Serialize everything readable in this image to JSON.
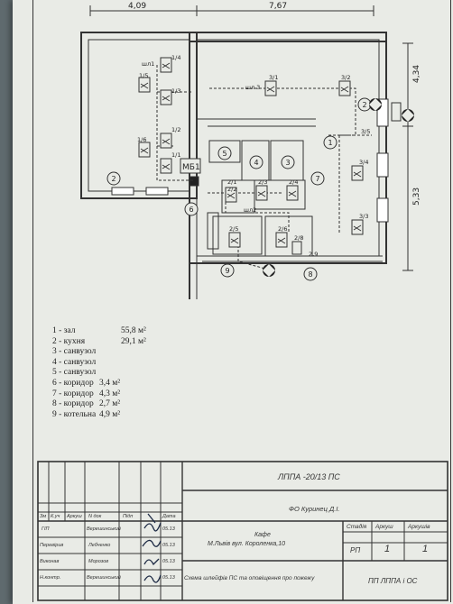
{
  "plan": {
    "dims": {
      "top_left": "4,09",
      "top_right": "7,67",
      "right_top": "4,34",
      "right_bottom": "5,33"
    },
    "devices": {
      "d1_4": "1/4",
      "d1_5": "1/5",
      "d1_3": "1/3",
      "d1_2": "1/2",
      "d1_6": "1/6",
      "d1_1": "1/1",
      "d3_1": "3/1",
      "d3_2": "3/2",
      "d3_3": "3/3",
      "d3_4": "3/4",
      "d3_5": "3/5",
      "d2_1": "2/1",
      "d2_2": "2/2",
      "d2_3": "2/3",
      "d2_4": "2/4",
      "d2_5": "2/5",
      "d2_6": "2/6",
      "d2_8": "2/8",
      "d2_9": "2,9"
    },
    "loops": {
      "shl1": "шл1",
      "shl2": "шл2",
      "shl3": "шл 3"
    },
    "panel": "МБ1",
    "rooms": {
      "r1": "1",
      "r2": "2",
      "r3": "3",
      "r4": "4",
      "r5": "5",
      "r6": "6",
      "r7": "7",
      "r8": "8",
      "r9": "9",
      "siren2": "2"
    }
  },
  "legend": [
    {
      "num": "1",
      "name": "зал",
      "area": "55,8 м²"
    },
    {
      "num": "2",
      "name": "кухня",
      "area": "29,1 м²"
    },
    {
      "num": "3",
      "name": "санвузол",
      "area": ""
    },
    {
      "num": "4",
      "name": "санвузол",
      "area": ""
    },
    {
      "num": "5",
      "name": "санвузол",
      "area": ""
    },
    {
      "num": "6",
      "name": "коридор",
      "area": "3,4 м²"
    },
    {
      "num": "7",
      "name": "коридор",
      "area": "4,3 м²"
    },
    {
      "num": "8",
      "name": "коридор",
      "area": "2,7 м²"
    },
    {
      "num": "9",
      "name": "котельна",
      "area": "4,9 м²"
    }
  ],
  "title_block": {
    "code": "ЛППА -20/13 ПС",
    "owner": "ФО Куринец Д.І.",
    "object_line1": "Кафе",
    "object_line2": "М.Львів вул. Короленка,10",
    "drawing_title": "Схема шлейфів ПС та оповіщення про пожежу",
    "org": "ПП ЛППА і ОС",
    "headers": {
      "zm": "Зм",
      "kilk": "К.уч",
      "arkush": "Аркуш",
      "ndok": "N док",
      "pidp": "Підп",
      "data": "Дата"
    },
    "col_headers": {
      "stadia": "Стадія",
      "arkush": "Аркуш",
      "arkushiv": "Аркушів"
    },
    "values": {
      "stadia": "РП",
      "arkush": "1",
      "arkushiv": "1"
    },
    "roles": [
      {
        "role": "ГІП",
        "name": "Верешинський",
        "date": "05.13"
      },
      {
        "role": "Перевірив",
        "name": "Лебченко",
        "date": "05.13"
      },
      {
        "role": "Виконав",
        "name": "Морозов",
        "date": "05.13"
      },
      {
        "role": "Н.контр.",
        "name": "Верешинський",
        "date": "05.13"
      }
    ]
  }
}
